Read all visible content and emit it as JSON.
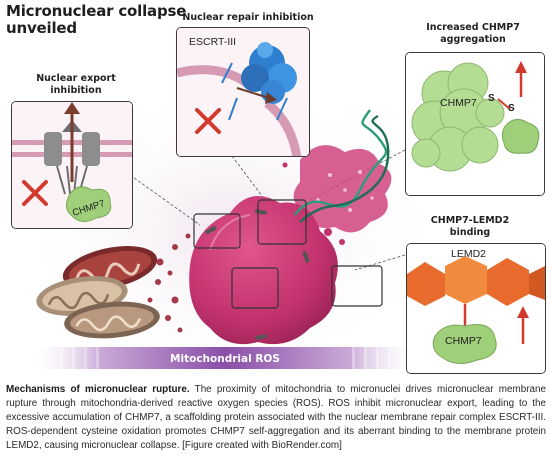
{
  "figure": {
    "title": "Micronuclear collapse unveiled",
    "ros_bar_label": "Mitochondrial ROS"
  },
  "panels": {
    "export": {
      "title": "Nuclear export inhibition",
      "protein_label": "CHMP7"
    },
    "repair": {
      "title": "Nuclear repair inhibition",
      "complex_label": "ESCRT-III"
    },
    "aggregation": {
      "title": "Increased CHMP7 aggregation",
      "protein_label": "CHMP7",
      "bond_label_1": "S",
      "bond_label_2": "S"
    },
    "binding": {
      "title": "CHMP7-LEMD2 binding",
      "membrane_protein_label": "LEMD2",
      "protein_label": "CHMP7"
    }
  },
  "caption": {
    "lead": "Mechanisms of micronuclear rupture.",
    "body": " The proximity of mitochondria to micronuclei drives micronuclear membrane rupture through mitochondria-derived reactive oxygen species (ROS). ROS inhibit micronuclear export, leading to the excessive accumulation of CHMP7, a scaffolding protein associated with the nuclear membrane repair complex ESCRT-III. ROS-dependent cysteine oxidation promotes CHMP7 self-aggregation and its aberrant binding to the membrane protein LEMD2, causing micronuclear collapse. [Figure created with BioRender.com]"
  },
  "colors": {
    "micronucleus": "#c2326e",
    "chmp7": "#9fcf78",
    "escrt": "#2f7fd0",
    "lemd2": "#e86a2c",
    "inhibit_x": "#d23a2e",
    "arrow_up": "#d23a2e",
    "dna": "#2a9d7a"
  }
}
